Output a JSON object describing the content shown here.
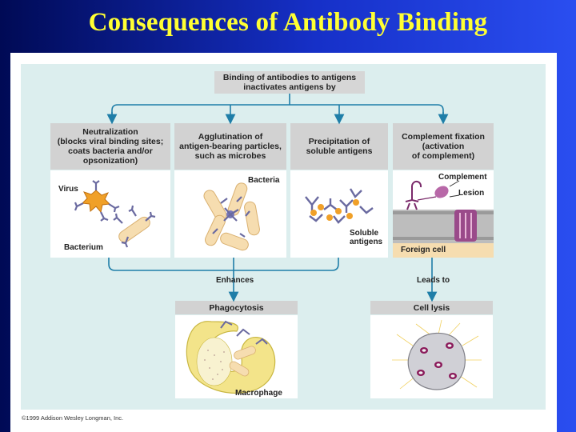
{
  "slide": {
    "title": "Consequences of Antibody Binding"
  },
  "diagram": {
    "root": "Binding of antibodies to antigens\ninactivates antigens by",
    "mechanisms": [
      {
        "header": "Neutralization\n(blocks viral binding sites;\ncoats bacteria and/or\nopsonization)",
        "labels": [
          "Virus",
          "Bacterium"
        ]
      },
      {
        "header": "Agglutination of\nantigen-bearing particles,\nsuch as microbes",
        "labels": [
          "Bacteria"
        ]
      },
      {
        "header": "Precipitation of\nsoluble antigens",
        "labels": [
          "Soluble\nantigens"
        ]
      },
      {
        "header": "Complement fixation\n(activation\nof complement)",
        "labels": [
          "Complement",
          "Lesion",
          "Foreign cell"
        ]
      }
    ],
    "connector_left": "Enhances",
    "connector_right": "Leads to",
    "outcomes": [
      {
        "header": "Phagocytosis",
        "label": "Macrophage"
      },
      {
        "header": "Cell lysis"
      }
    ],
    "credit": "©1999 Addison Wesley Longman, Inc."
  }
}
